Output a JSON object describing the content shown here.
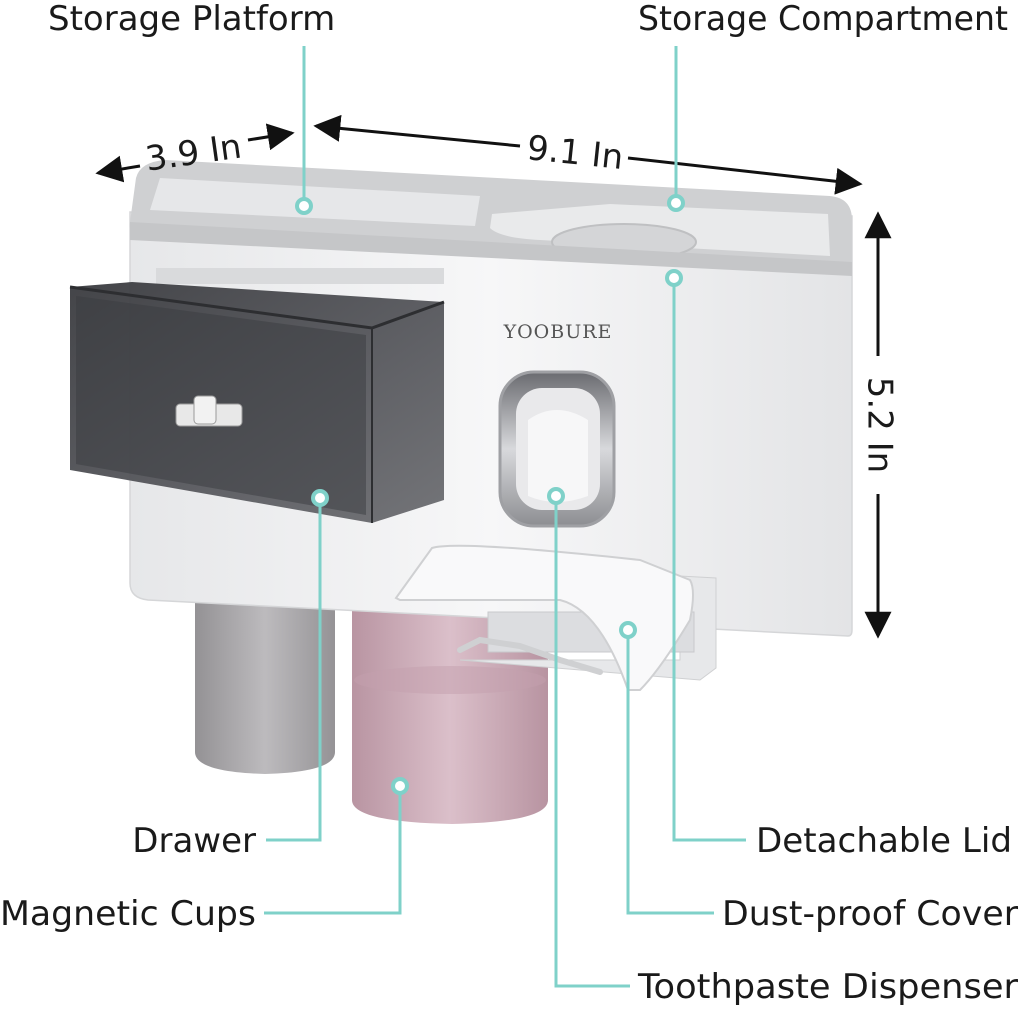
{
  "product": {
    "brand": "YOOBURE"
  },
  "dimensions": {
    "depth": "3.9 In",
    "width": "9.1 In",
    "height": "5.2 In"
  },
  "callouts": {
    "storage_platform": "Storage Platform",
    "storage_compartment": "Storage Compartment",
    "drawer": "Drawer",
    "magnetic_cups": "Magnetic Cups",
    "detachable_lid": "Detachable Lid",
    "dust_proof_cover": "Dust-proof Cover",
    "toothpaste_dispenser": "Toothpaste Dispenser"
  },
  "colors": {
    "callout_line": "#7fd1c9",
    "callout_dot": "#7fd1c9",
    "body": "#f1f2f4",
    "tray": "#cfd0d2",
    "drawer": "#4a4b4f",
    "cup_gray": "#a7a5a8",
    "cup_pink": "#c8a6b3"
  }
}
